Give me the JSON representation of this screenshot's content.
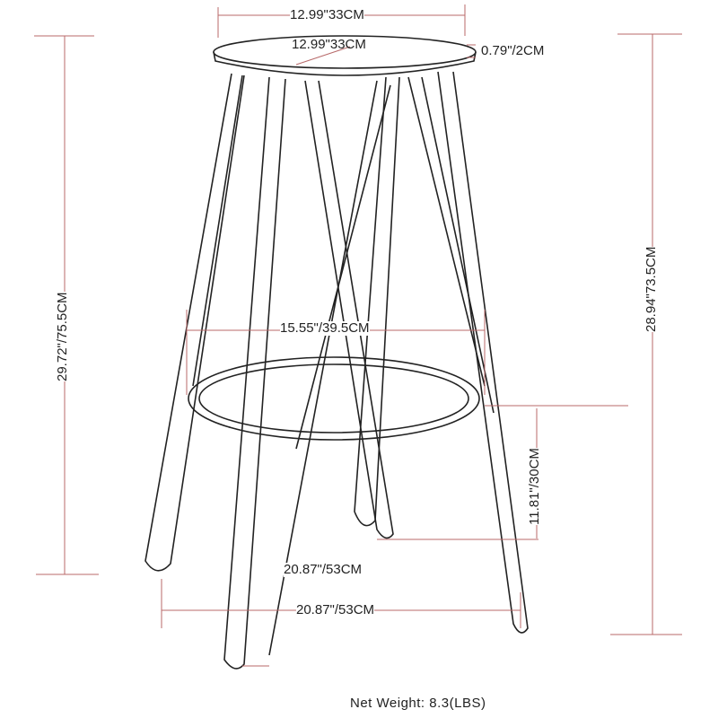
{
  "dimensions": {
    "seat_width_top": "12.99\"33CM",
    "seat_depth": "12.99\"33CM",
    "seat_thickness": "0.79\"/2CM",
    "overall_height": "29.72\"/75.5CM",
    "seat_height": "28.94\"73.5CM",
    "footrest_width": "15.55\"/39.5CM",
    "footrest_height": "11.81\"/30CM",
    "base_depth": "20.87\"/53CM",
    "base_width": "20.87\"/53CM"
  },
  "net_weight": "Net Weight: 8.3(LBS)",
  "colors": {
    "dimension_line": "#b86a6a",
    "drawing_line": "#222222"
  }
}
